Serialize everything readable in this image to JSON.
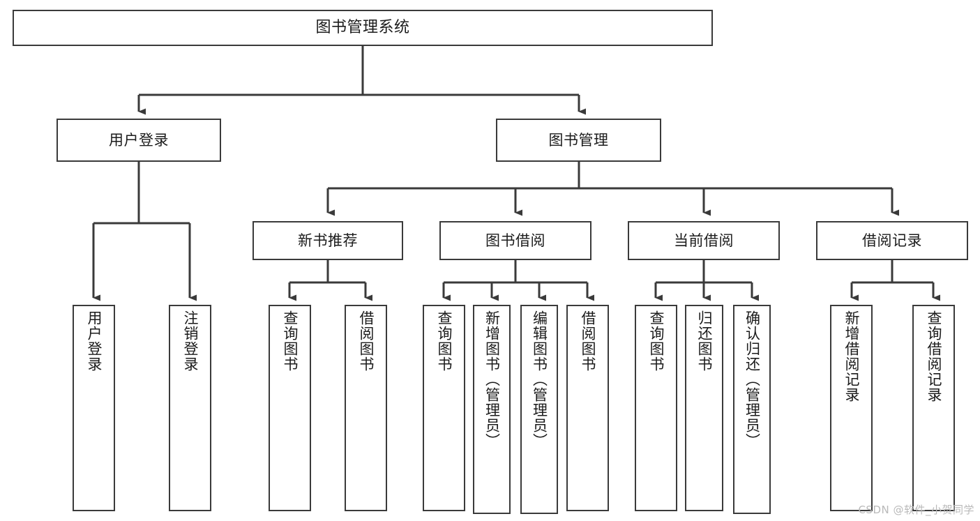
{
  "diagram": {
    "title": "图书管理系统",
    "type": "tree-hierarchy",
    "watermark": "CSDN @软件_小贺同学",
    "colors": {
      "box_border": "#3a3a3a",
      "box_fill": "#ffffff",
      "edge": "#3a3a3a",
      "text": "#1b1b1b",
      "watermark": "#b9b9b9"
    },
    "levels": {
      "root": {
        "label": "图书管理系统"
      },
      "level2": [
        {
          "id": "user-login",
          "label": "用户登录"
        },
        {
          "id": "book-manage",
          "label": "图书管理"
        }
      ],
      "level3": [
        {
          "id": "new-book-recommend",
          "label": "新书推荐",
          "parent": "book-manage"
        },
        {
          "id": "book-borrow",
          "label": "图书借阅",
          "parent": "book-manage"
        },
        {
          "id": "current-borrow",
          "label": "当前借阅",
          "parent": "book-manage"
        },
        {
          "id": "borrow-record",
          "label": "借阅记录",
          "parent": "book-manage"
        }
      ],
      "leaves": [
        {
          "id": "leaf-user-login",
          "label": "用户登录",
          "parent": "user-login"
        },
        {
          "id": "leaf-user-logout",
          "label": "注销登录",
          "parent": "user-login"
        },
        {
          "id": "leaf-query-book-1",
          "label": "查询图书",
          "parent": "new-book-recommend"
        },
        {
          "id": "leaf-borrow-book-1",
          "label": "借阅图书",
          "parent": "new-book-recommend"
        },
        {
          "id": "leaf-query-book-2",
          "label": "查询图书",
          "parent": "book-borrow"
        },
        {
          "id": "leaf-add-book",
          "label": "新增图书（管理员）",
          "parent": "book-borrow"
        },
        {
          "id": "leaf-edit-book",
          "label": "编辑图书（管理员）",
          "parent": "book-borrow"
        },
        {
          "id": "leaf-borrow-book-2",
          "label": "借阅图书",
          "parent": "book-borrow"
        },
        {
          "id": "leaf-query-book-3",
          "label": "查询图书",
          "parent": "current-borrow"
        },
        {
          "id": "leaf-return-book",
          "label": "归还图书",
          "parent": "current-borrow"
        },
        {
          "id": "leaf-confirm-return",
          "label": "确认归还（管理员）",
          "parent": "current-borrow"
        },
        {
          "id": "leaf-add-record",
          "label": "新增借阅记录",
          "parent": "borrow-record"
        },
        {
          "id": "leaf-query-record",
          "label": "查询借阅记录",
          "parent": "borrow-record"
        }
      ]
    }
  }
}
